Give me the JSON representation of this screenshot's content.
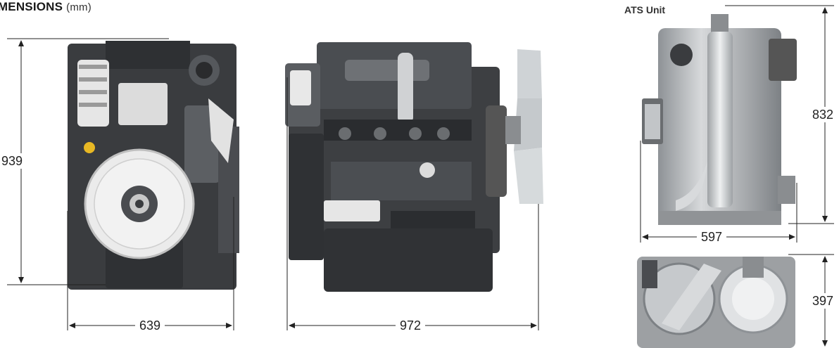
{
  "heading": {
    "title": "IMENSIONS",
    "unit": "(mm)"
  },
  "ats_unit_label": "ATS Unit",
  "dimensions": {
    "front_height": "939",
    "front_width": "639",
    "side_width": "972",
    "ats_height": "832",
    "ats_width": "597",
    "ats_bottom_height": "397"
  },
  "colors": {
    "engine_dark": "#3b3d40",
    "engine_mid": "#55585c",
    "engine_light": "#7a7d80",
    "flywheel": "#e4e4e4",
    "fan_blade": "#cfd3d6",
    "ats_silver": "#b9bcbf",
    "accent_yellow": "#e8b824"
  }
}
